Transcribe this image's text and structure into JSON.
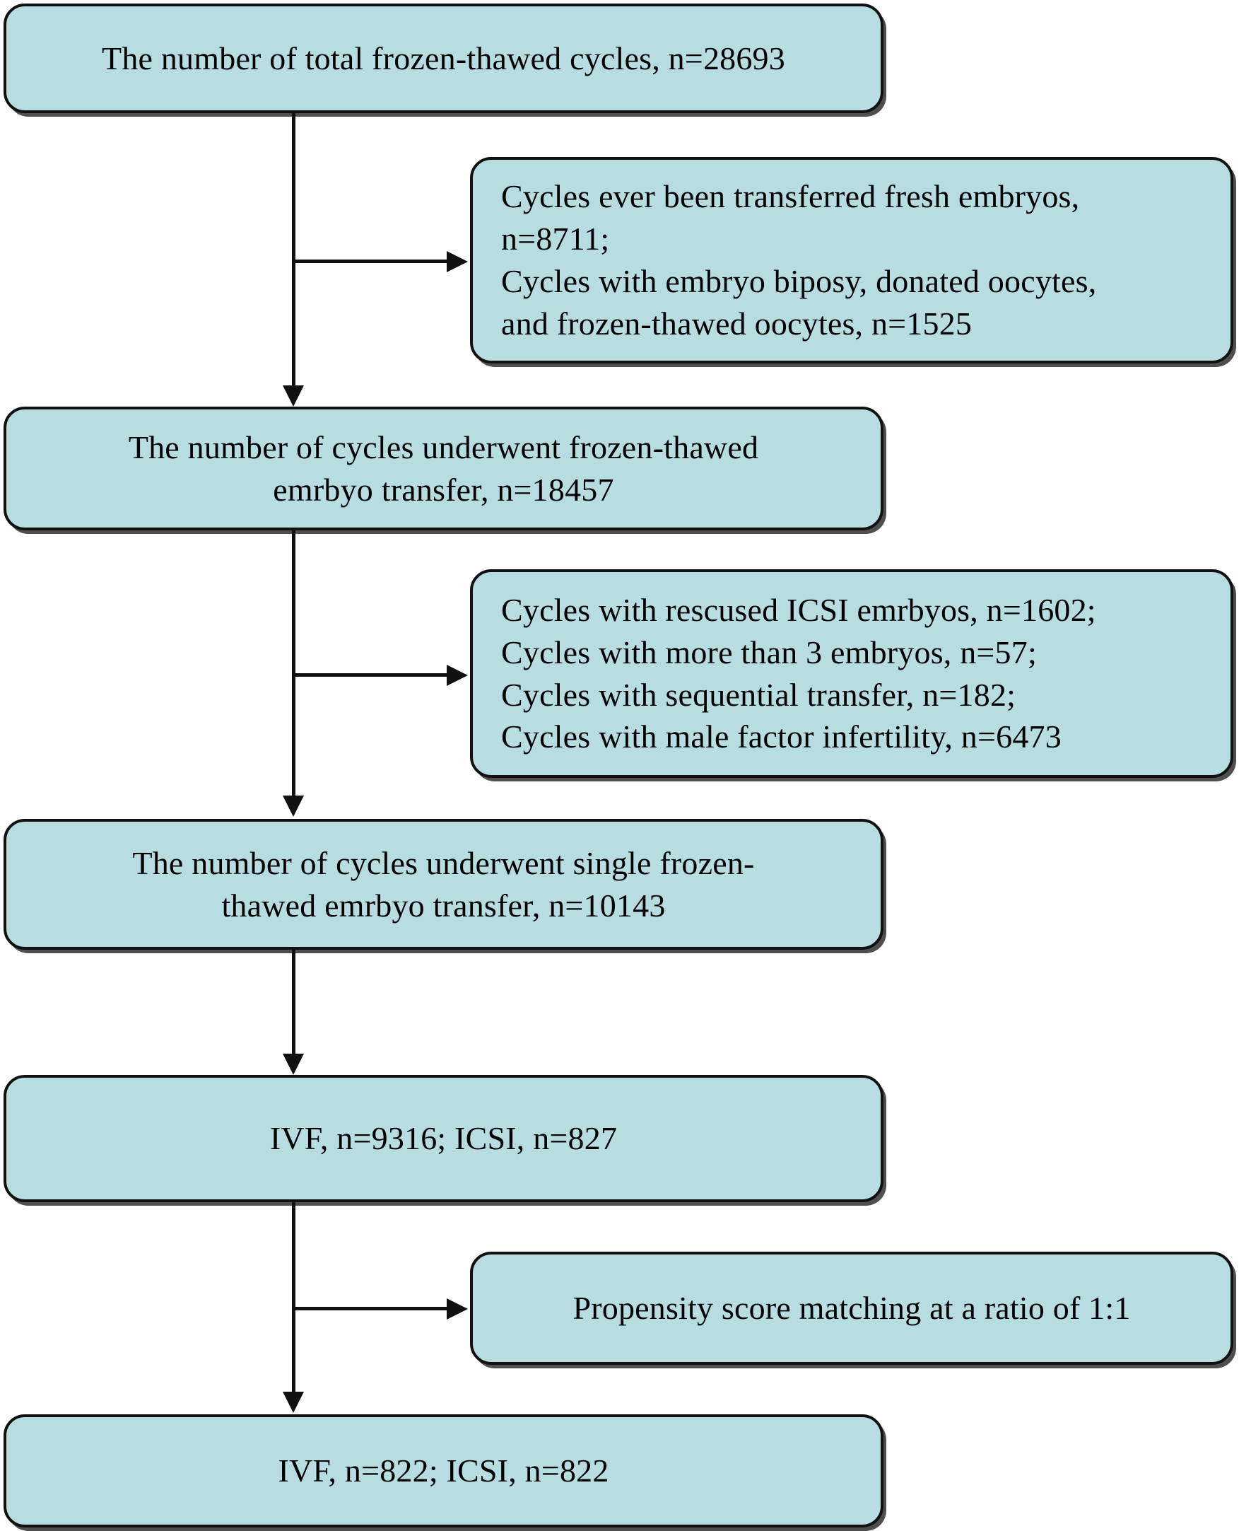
{
  "figure": {
    "type": "flowchart",
    "orientation": "top-to-bottom",
    "box_fill_color": "#b8dde1",
    "box_border_color": "#111111",
    "connector_color": "#111111",
    "background_color": "#ffffff"
  },
  "nodes": {
    "total_cycles": {
      "text": "The number of total frozen-thawed cycles, n=28693",
      "align": "center",
      "kind": "main"
    },
    "exclusion_1": {
      "text": "Cycles ever been transferred fresh embryos,\nn=8711;\nCycles with embryo biposy, donated oocytes,\nand frozen-thawed oocytes, n=1525",
      "align": "left",
      "kind": "exclusion"
    },
    "ft_transfer": {
      "text": "The number of cycles underwent frozen-thawed\nemrbyo transfer, n=18457",
      "align": "center",
      "kind": "main"
    },
    "exclusion_2": {
      "text": "Cycles with rescused ICSI  emrbyos, n=1602;\nCycles with more than 3 embryos, n=57;\nCycles with sequential transfer, n=182;\nCycles with male factor infertility, n=6473",
      "align": "left",
      "kind": "exclusion"
    },
    "single_ft_transfer": {
      "text": "The number of cycles underwent single frozen-\nthawed emrbyo transfer, n=10143",
      "align": "center",
      "kind": "main"
    },
    "groups_before_psm": {
      "text": "IVF, n=9316; ICSI, n=827",
      "align": "center",
      "kind": "main"
    },
    "psm": {
      "text": "Propensity score matching at a ratio of 1:1",
      "align": "center",
      "kind": "exclusion"
    },
    "groups_after_psm": {
      "text": "IVF, n=822;  ICSI, n=822",
      "align": "center",
      "kind": "main"
    }
  },
  "chart_data": {
    "type": "flow",
    "title": "",
    "steps": [
      {
        "id": "total_cycles",
        "label": "The number of total frozen-thawed cycles",
        "n": 28693
      },
      {
        "id": "ft_transfer",
        "label": "The number of cycles underwent frozen-thawed emrbyo transfer",
        "n": 18457
      },
      {
        "id": "single_ft_transfer",
        "label": "The number of cycles underwent single frozen-thawed emrbyo transfer",
        "n": 10143
      },
      {
        "id": "groups_before_psm",
        "label": "IVF / ICSI before matching",
        "n": [
          9316,
          827
        ]
      },
      {
        "id": "groups_after_psm",
        "label": "IVF / ICSI after 1:1 propensity score matching",
        "n": [
          822,
          822
        ]
      }
    ],
    "exclusions": [
      {
        "after": "total_cycles",
        "items": [
          {
            "label": "Cycles ever been transferred fresh embryos",
            "n": 8711
          },
          {
            "label": "Cycles with embryo biposy, donated oocytes, and frozen-thawed oocytes",
            "n": 1525
          }
        ]
      },
      {
        "after": "ft_transfer",
        "items": [
          {
            "label": "Cycles with rescused ICSI emrbyos",
            "n": 1602
          },
          {
            "label": "Cycles with more than 3 embryos",
            "n": 57
          },
          {
            "label": "Cycles with sequential transfer",
            "n": 182
          },
          {
            "label": "Cycles with male factor infertility",
            "n": 6473
          }
        ]
      }
    ],
    "processes": [
      {
        "after": "groups_before_psm",
        "label": "Propensity score matching at a ratio of 1:1",
        "ratio": "1:1"
      }
    ]
  }
}
